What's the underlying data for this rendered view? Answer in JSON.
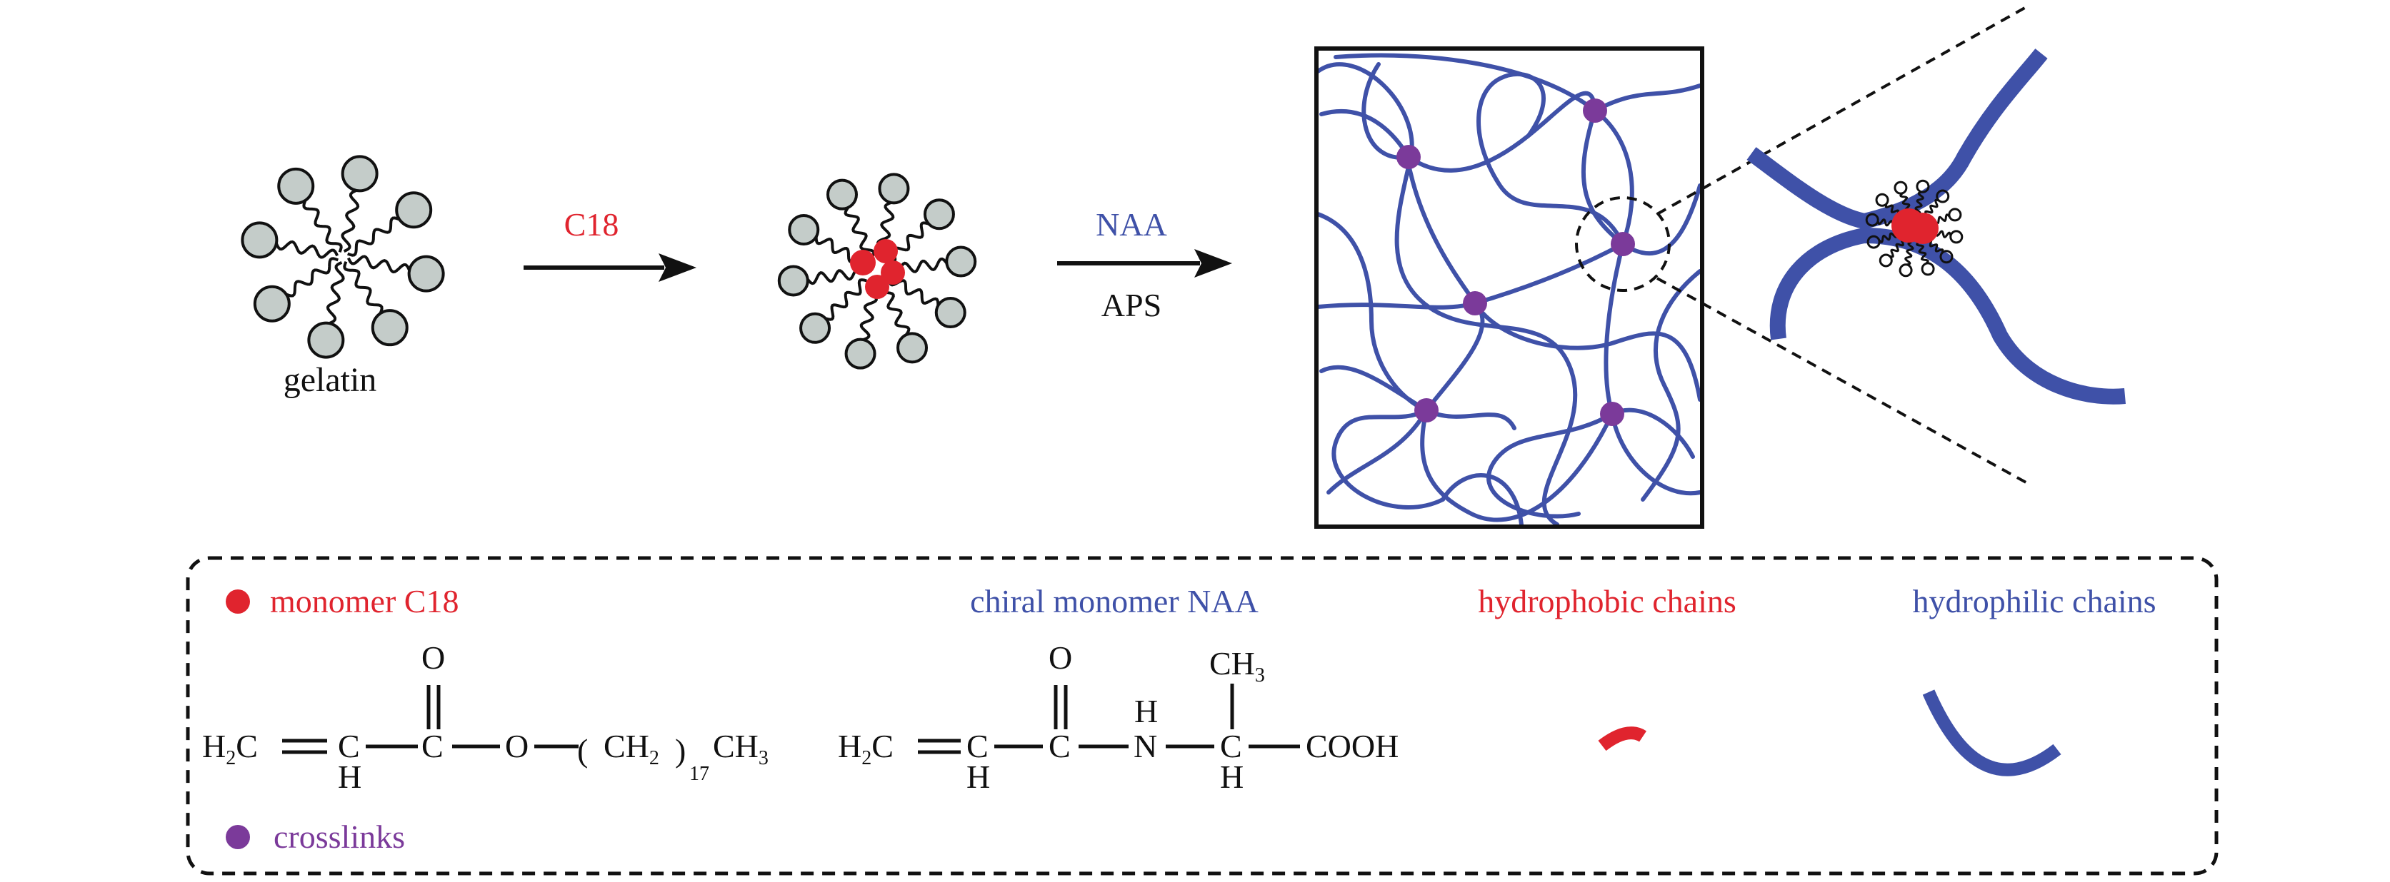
{
  "labels": {
    "gelatin": "gelatin",
    "arrow1_top": "C18",
    "arrow2_top": "NAA",
    "arrow2_bottom": "APS"
  },
  "legend": {
    "monomer_c18": "monomer C18",
    "chiral_naa": "chiral monomer NAA",
    "hydrophobic": "hydrophobic chains",
    "hydrophilic": "hydrophilic chains",
    "crosslinks": "crosslinks"
  },
  "formula_c18": {
    "o_top": "O",
    "h2": "H",
    "h2_sub": "2",
    "c_left": "C",
    "ch": "C",
    "h_below": "H",
    "c_carbonyl": "C",
    "o_ester": "O",
    "paren_open": "(",
    "ch2": "CH",
    "ch2_sub": "2",
    "paren_close": ")",
    "repeat": "17",
    "ch3": "CH",
    "ch3_sub": "3"
  },
  "formula_naa": {
    "o_top": "O",
    "h2": "H",
    "h2_sub": "2",
    "c_left": "C",
    "ch": "C",
    "h_below": "H",
    "c_carbonyl": "C",
    "nh_h": "H",
    "n": "N",
    "ch_alpha": "C",
    "h_alpha": "H",
    "ch3_top": "CH",
    "ch3_sub": "3",
    "cooh": "COOH"
  },
  "colors": {
    "red": "#e0242e",
    "blue": "#3f51a8",
    "purple": "#7b3a9a",
    "bead_fill": "#c4ccc9",
    "black": "#111111"
  }
}
